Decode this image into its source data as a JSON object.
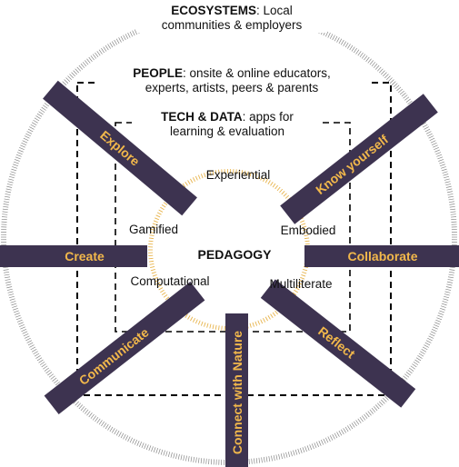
{
  "ecosystems": {
    "title": "ECOSYSTEMS",
    "desc_line1": ": Local",
    "desc_line2": "communities & employers"
  },
  "people": {
    "title": "PEOPLE",
    "desc_line1": ": onsite & online educators,",
    "desc_line2": "experts, artists, peers & parents"
  },
  "tech": {
    "title": "TECH & DATA",
    "desc_line1": ": apps for",
    "desc_line2": "learning & evaluation"
  },
  "center": {
    "label": "PEDAGOGY"
  },
  "pedagogies": {
    "experiential": "Experiential",
    "gamified": "Gamified",
    "embodied": "Embodied",
    "computational": "Computational",
    "multiliterate": "Multiliterate"
  },
  "spokes": {
    "explore": "Explore",
    "know_yourself": "Know yourself",
    "create": "Create",
    "collaborate": "Collaborate",
    "communicate": "Communicate",
    "reflect": "Reflect",
    "connect_with_nature": "Connect with Nature"
  },
  "colors": {
    "spoke": "#3d3350",
    "spoke_text": "#f2b84b",
    "tick": "#e8b44c",
    "outer_tick": "#888888",
    "line": "#000000"
  }
}
